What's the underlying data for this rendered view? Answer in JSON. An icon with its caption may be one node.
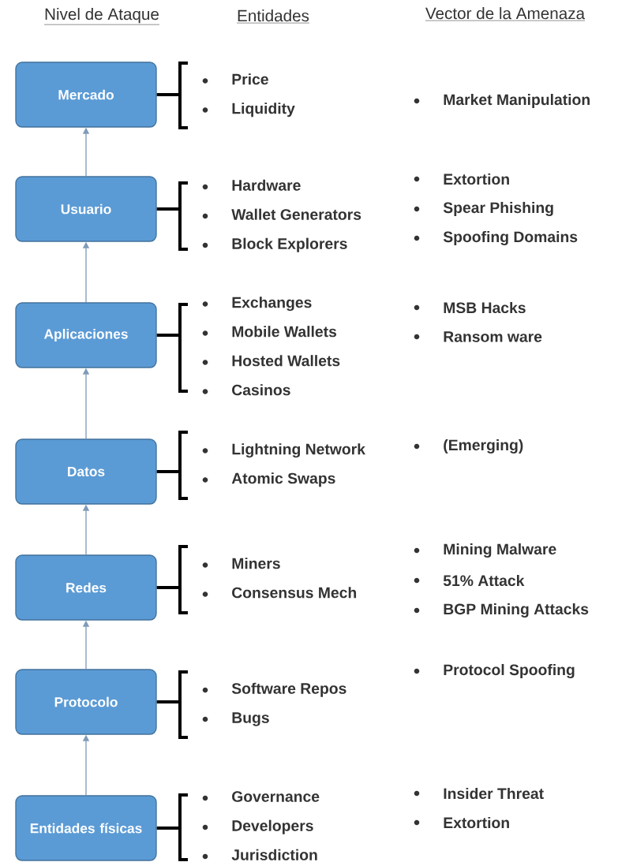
{
  "diagram": {
    "nodes": [
      {
        "text": [
          "Mercado"
        ]
      },
      {
        "text": [
          "Usuario"
        ]
      },
      {
        "text": [
          "Aplicaciones"
        ]
      },
      {
        "text": [
          "Datos"
        ]
      },
      {
        "text": [
          "Redes"
        ]
      },
      {
        "text": [
          "Protocolo"
        ]
      },
      {
        "text": [
          "Entidades físicas"
        ]
      },
      {
        "text": [
          "Price",
          "Liquidity"
        ]
      },
      {
        "text": [
          "Hardware",
          "Wallet Generators",
          "Block Explorers"
        ]
      },
      {
        "text": [
          "Exchanges",
          "Mobile Wallets",
          "Hosted Wallets",
          "Casinos"
        ]
      },
      {
        "text": [
          "Lightning Network",
          "Atomic Swaps"
        ]
      },
      {
        "text": [
          "Miners",
          "Consensus Mech"
        ]
      },
      {
        "text": [
          "Software Repos",
          "Bugs"
        ]
      },
      {
        "text": [
          "Governance",
          "Developers",
          "Jurisdiction"
        ]
      }
    ],
    "edges": [
      {
        "from": 1,
        "to": 0,
        "arrow": "to",
        "color": "#7f9bb8"
      },
      {
        "from": 2,
        "to": 1,
        "arrow": "to",
        "color": "#7f9bb8"
      },
      {
        "from": 3,
        "to": 2,
        "arrow": "to",
        "color": "#7f9bb8"
      },
      {
        "from": 4,
        "to": 3,
        "arrow": "to",
        "color": "#7f9bb8"
      },
      {
        "from": 5,
        "to": 4,
        "arrow": "to",
        "color": "#7f9bb8"
      },
      {
        "from": 6,
        "to": 5,
        "arrow": "to",
        "color": "#7f9bb8"
      },
      {
        "from": 0,
        "to": 7,
        "arrow": "none"
      },
      {
        "from": 1,
        "to": 8,
        "arrow": "none"
      },
      {
        "from": 2,
        "to": 9,
        "arrow": "none"
      },
      {
        "from": 3,
        "to": 10,
        "arrow": "none"
      },
      {
        "from": 4,
        "to": 11,
        "arrow": "none"
      },
      {
        "from": 5,
        "to": 12,
        "arrow": "none"
      },
      {
        "from": 6,
        "to": 13,
        "arrow": "none"
      }
    ],
    "labels": [
      "Nivel de Ataque",
      "Entidades",
      "Vector de la Amenaza",
      "Market Manipulation",
      "Extortion",
      "Spear Phishing",
      "Spoofing Domains",
      "MSB Hacks",
      "Ransom ware",
      "(Emerging)",
      "Mining Malware",
      "51% Attack",
      "BGP Mining Attacks",
      "Protocol Spoofing",
      "Insider Threat",
      "Extortion"
    ]
  }
}
